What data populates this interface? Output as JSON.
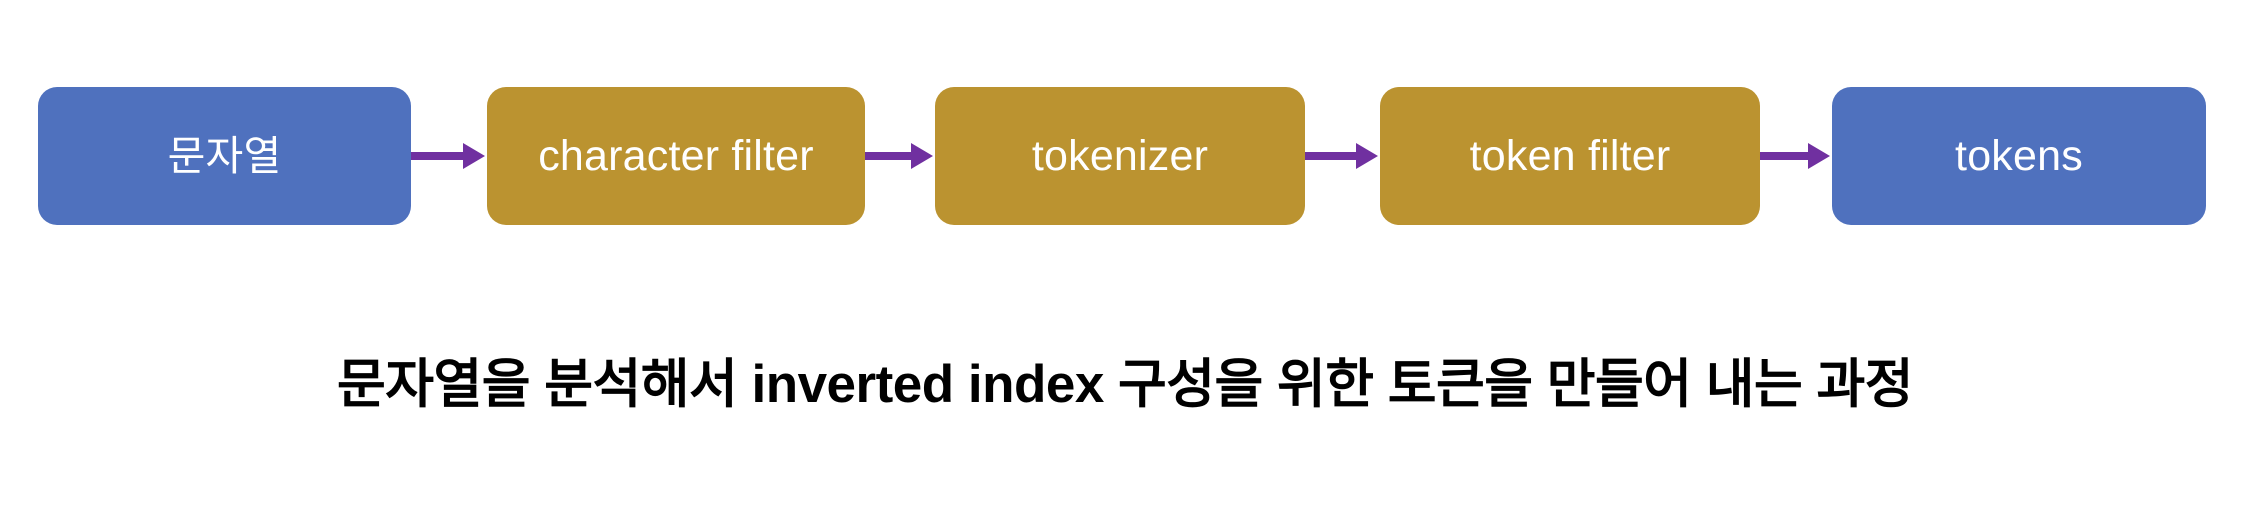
{
  "diagram": {
    "type": "pipeline-flow",
    "background_color": "#ffffff",
    "arrow_color": "#7030A0",
    "node_text_color": "#ffffff",
    "caption_color": "#000000",
    "nodes": [
      {
        "label": "문자열",
        "color": "#4F71BE",
        "role": "input"
      },
      {
        "label": "character filter",
        "color": "#BB9330",
        "role": "stage"
      },
      {
        "label": "tokenizer",
        "color": "#BB9330",
        "role": "stage"
      },
      {
        "label": "token filter",
        "color": "#BB9330",
        "role": "stage"
      },
      {
        "label": "tokens",
        "color": "#4F71BE",
        "role": "output"
      }
    ],
    "arrows": [
      {
        "from": "문자열",
        "to": "character filter",
        "icon": "arrow-right-icon"
      },
      {
        "from": "character filter",
        "to": "tokenizer",
        "icon": "arrow-right-icon"
      },
      {
        "from": "tokenizer",
        "to": "token filter",
        "icon": "arrow-right-icon"
      },
      {
        "from": "token filter",
        "to": "tokens",
        "icon": "arrow-right-icon"
      }
    ],
    "caption": "문자열을 분석해서 inverted index 구성을 위한 토큰을 만들어 내는 과정"
  }
}
